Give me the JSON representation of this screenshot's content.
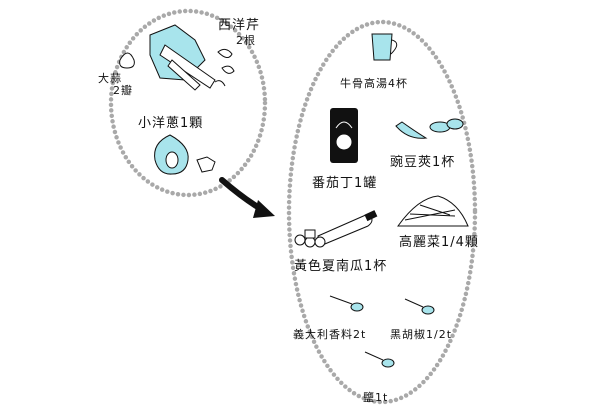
{
  "colors": {
    "accent": "#a8e4ec",
    "dots": "#a9a9a9",
    "ink": "#111111"
  },
  "left_group": {
    "celery": {
      "name": "西洋芹",
      "qty": "2根"
    },
    "garlic": {
      "name": "大蒜",
      "qty": "2瓣"
    },
    "onion": {
      "label": "小洋蔥1顆"
    }
  },
  "right_group": {
    "broth": "牛骨高湯4杯",
    "tomato": "番茄丁1罐",
    "peas": "豌豆莢1杯",
    "cabbage": "高麗菜1/4顆",
    "squash": "黃色夏南瓜1杯",
    "herbs": "義大利香料2t",
    "pepper": "黑胡椒1/2t",
    "salt": "鹽1t"
  }
}
